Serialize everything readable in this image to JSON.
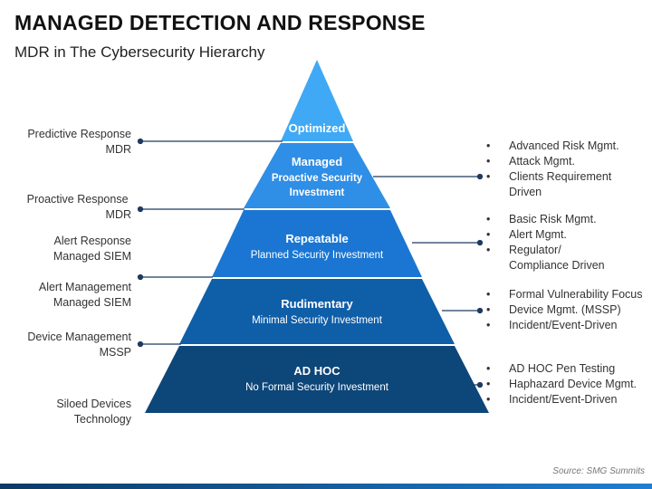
{
  "header": {
    "title": "MANAGED DETECTION AND RESPONSE",
    "subtitle": "MDR in The Cybersecurity Hierarchy"
  },
  "pyramid": {
    "levels": [
      {
        "name": "Optimized",
        "sub1": "",
        "sub2": "",
        "color": "#3fa9f5"
      },
      {
        "name": "Managed",
        "sub1": "Proactive Security",
        "sub2": "Investment",
        "color": "#2f8ee6"
      },
      {
        "name": "Repeatable",
        "sub1": "Planned Security  Investment",
        "sub2": "",
        "color": "#1a76d2"
      },
      {
        "name": "Rudimentary",
        "sub1": "Minimal Security  Investment",
        "sub2": "",
        "color": "#0f5ea8"
      },
      {
        "name": "AD HOC",
        "sub1": "No Formal Security Investment",
        "sub2": "",
        "color": "#0d4679"
      }
    ]
  },
  "left_labels": [
    {
      "line1": "Predictive Response",
      "line2": "MDR"
    },
    {
      "line1": "Proactive Response ",
      "line2": "MDR"
    },
    {
      "line1": "Alert Response",
      "line2": "Managed SIEM"
    },
    {
      "line1": "Alert Management",
      "line2": "Managed SIEM"
    },
    {
      "line1": "Device Management",
      "line2": "MSSP"
    },
    {
      "line1": "Siloed Devices",
      "line2": "Technology"
    }
  ],
  "right_groups": [
    {
      "items": [
        "Advanced Risk Mgmt.",
        "Attack Mgmt.",
        "Clients Requirement",
        "Driven"
      ]
    },
    {
      "items": [
        "Basic Risk Mgmt.",
        "Alert Mgmt.",
        "Regulator/",
        "Compliance Driven"
      ]
    },
    {
      "items": [
        "Formal Vulnerability Focus",
        "Device Mgmt. (MSSP)",
        "Incident/Event-Driven"
      ]
    },
    {
      "items": [
        "AD HOC Pen Testing",
        "Haphazard Device Mgmt.",
        "Incident/Event-Driven"
      ]
    }
  ],
  "source": "Source: SMG Summits",
  "colors": {
    "connector": "#1f3a5f",
    "bottom_bar": "#0b3a66"
  }
}
